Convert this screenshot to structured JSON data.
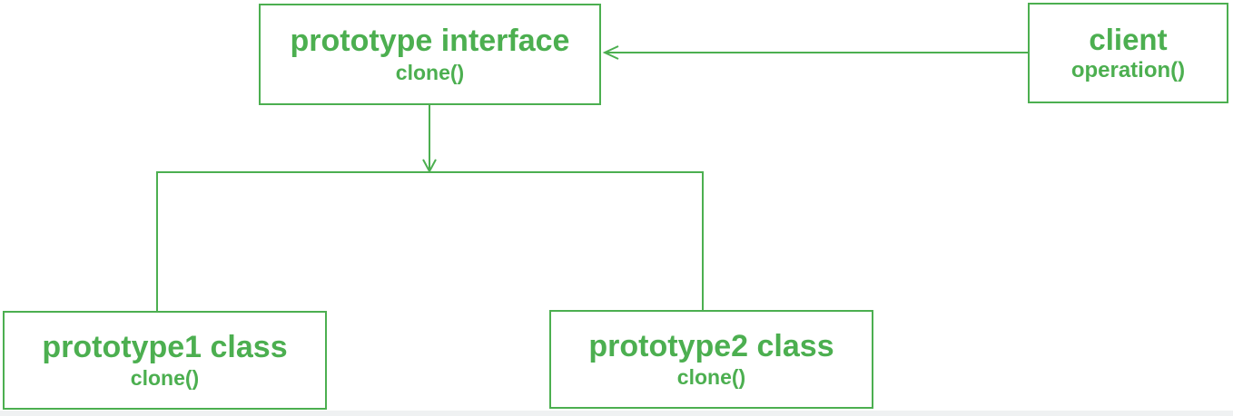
{
  "diagram": {
    "type": "uml-class-diagram",
    "subject": "prototype design pattern",
    "accent_color": "#4caf50",
    "background_color": "#ffffff",
    "footer_strip_color": "#eff1f2",
    "nodes": [
      {
        "id": "prototype-interface",
        "title": "prototype interface",
        "method": "clone()"
      },
      {
        "id": "client",
        "title": "client",
        "method": "operation()"
      },
      {
        "id": "prototype1-class",
        "title": "prototype1 class",
        "method": "clone()"
      },
      {
        "id": "prototype2-class",
        "title": "prototype2 class",
        "method": "clone()"
      }
    ],
    "edges": [
      {
        "from": "client",
        "to": "prototype-interface",
        "style": "open-arrow-left"
      },
      {
        "from": "prototype-interface",
        "to": "prototype1-class",
        "style": "open-arrow-down-branch"
      },
      {
        "from": "prototype-interface",
        "to": "prototype2-class",
        "style": "open-arrow-down-branch"
      }
    ]
  }
}
